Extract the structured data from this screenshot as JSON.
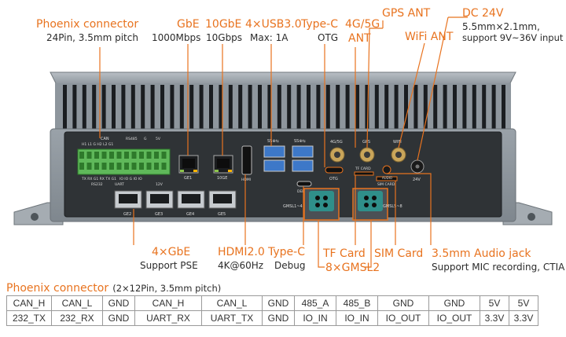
{
  "colors": {
    "accent": "#e8731f",
    "chassis": "#8c949c",
    "front_panel": "#2f3336",
    "connector_green": "#4caf50",
    "gmsl_teal": "#2f8f8a"
  },
  "callouts": {
    "phoenix": {
      "title": "Phoenix connector",
      "sub": "24Pin, 3.5mm pitch"
    },
    "gbe_top": {
      "title": "GbE",
      "sub": "1000Mbps"
    },
    "tengbe": {
      "title": "10GbE",
      "sub": "10Gbps"
    },
    "usb": {
      "title": "4×USB3.0",
      "sub": "Max: 1A"
    },
    "typec_otg": {
      "title": "Type-C",
      "sub": "OTG"
    },
    "fourg": {
      "title": "4G/5G",
      "sub": "ANT"
    },
    "gps": {
      "title": "GPS ANT"
    },
    "wifi": {
      "title": "WiFi ANT"
    },
    "dc": {
      "title": "DC 24V",
      "sub1": "5.5mm×2.1mm,",
      "sub2": "support 9V~36V input"
    },
    "gbe4": {
      "title": "4×GbE",
      "sub": "Support PSE"
    },
    "hdmi": {
      "title": "HDMI2.0",
      "sub": "4K@60Hz"
    },
    "typec_debug": {
      "title": "Type-C",
      "sub": "Debug"
    },
    "tf": {
      "title": "TF Card"
    },
    "sim": {
      "title": "SIM Card"
    },
    "audio": {
      "title": "3.5mm Audio jack",
      "sub": "Support MIC recording, CTIA"
    },
    "gmsl": {
      "title": "8×GMSL2"
    }
  },
  "panel": {
    "phoenix_top_labels": [
      "CAN",
      "H1 L1 G H2 L2 G1",
      "RS485",
      "G",
      "5V"
    ],
    "phoenix_bottom_labels": [
      "TX RX G1 RX TX G1",
      "IO IO G IO IO",
      "RS232",
      "UART",
      "12V"
    ],
    "ge1": "GE1",
    "tenge": "10GE",
    "hdmi": "HDMI",
    "ss1": "SS⊕⇆",
    "ss2": "SS⊕⇆",
    "otg": "OTG",
    "debug": "DEBUG",
    "ant_4g": "4G/5G",
    "ant_gps": "GPS",
    "ant_wifi": "WIFI",
    "tf_card": "TF CARD",
    "sim_card": "SIM CARD",
    "audio": "AUDIO",
    "dc_in": "24V",
    "rj45": [
      "GE2",
      "GE3",
      "GE4",
      "GE5"
    ],
    "gmsl1": "GMSL1~4",
    "gmsl2": "GMSL5~8"
  },
  "table": {
    "title": "Phoenix connector",
    "subtitle": "(2×12Pin, 3.5mm pitch)",
    "rows": [
      [
        "CAN_H",
        "CAN_L",
        "GND",
        "CAN_H",
        "CAN_L",
        "GND",
        "485_A",
        "485_B",
        "GND",
        "GND",
        "5V",
        "5V"
      ],
      [
        "232_TX",
        "232_RX",
        "GND",
        "UART_RX",
        "UART_TX",
        "GND",
        "IO_IN",
        "IO_IN",
        "IO_OUT",
        "IO_OUT",
        "3.3V",
        "3.3V"
      ]
    ]
  }
}
